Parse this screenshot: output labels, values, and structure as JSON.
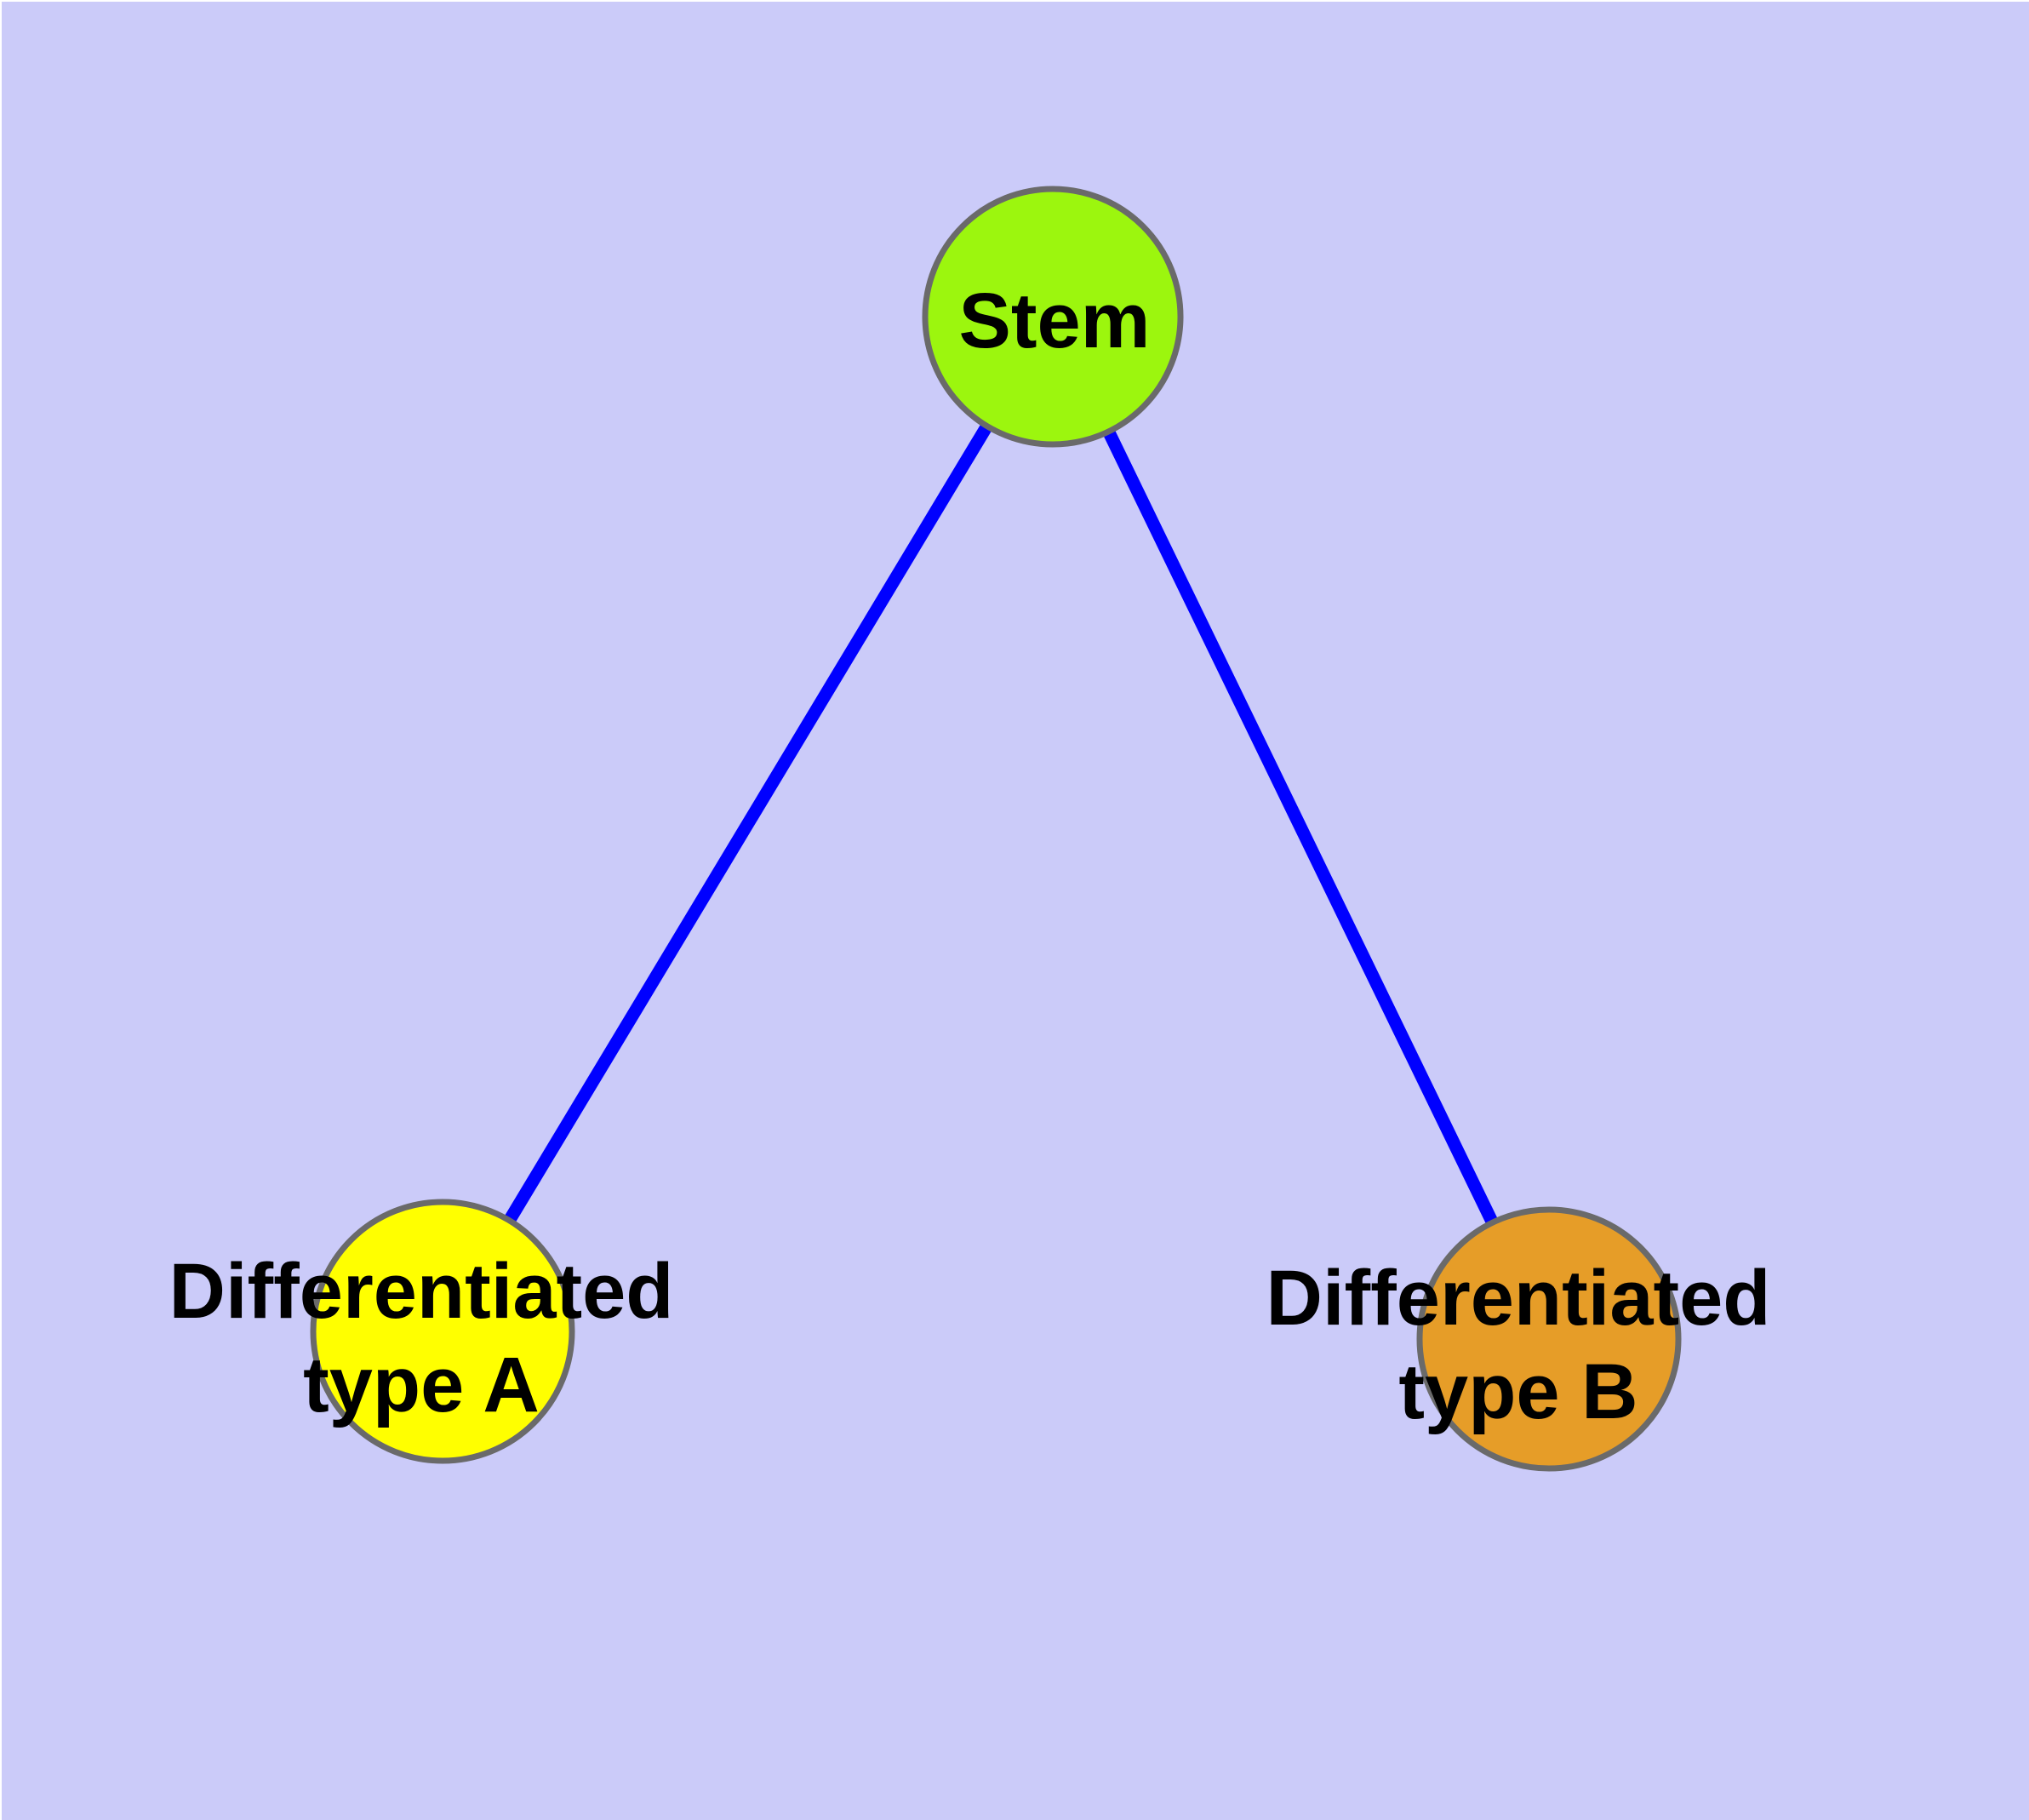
{
  "canvas": {
    "background_color": "#CBCBF9",
    "frame_color": "#FFFFFF"
  },
  "graph": {
    "nodes": [
      {
        "id": "stem",
        "label": "Stem",
        "fill_color": "#9CF60E",
        "border_color": "#6A6A6A",
        "text_color": "#000000"
      },
      {
        "id": "differentiated-type-a",
        "label": "Differentiated\ntype A",
        "fill_color": "#FFFF00",
        "border_color": "#6A6A6A",
        "text_color": "#000000"
      },
      {
        "id": "differentiated-type-b",
        "label": "Differentiated\ntype B",
        "fill_color": "#E69D28",
        "border_color": "#6A6A6A",
        "text_color": "#000000"
      }
    ],
    "edges": [
      {
        "from": "stem",
        "to": "differentiated-type-a",
        "color": "#0000FF"
      },
      {
        "from": "stem",
        "to": "differentiated-type-b",
        "color": "#0000FF"
      }
    ]
  }
}
